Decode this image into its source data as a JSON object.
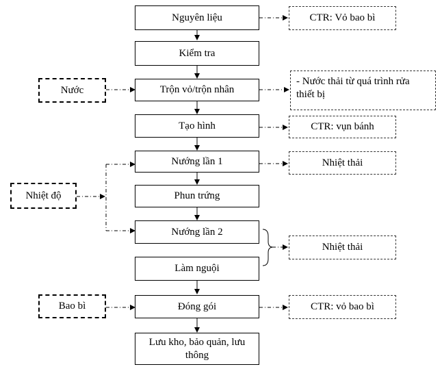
{
  "process_steps": [
    {
      "id": "nguyen-lieu",
      "label": "Nguyên liệu"
    },
    {
      "id": "kiem-tra",
      "label": "Kiểm tra"
    },
    {
      "id": "tron",
      "label": "Trộn vỏ/trộn nhân"
    },
    {
      "id": "tao-hinh",
      "label": "Tạo hình"
    },
    {
      "id": "nuong-1",
      "label": "Nướng lần 1"
    },
    {
      "id": "phun-trung",
      "label": "Phun trứng"
    },
    {
      "id": "nuong-2",
      "label": "Nướng lần 2"
    },
    {
      "id": "lam-nguoi",
      "label": "Làm nguội"
    },
    {
      "id": "dong-goi",
      "label": "Đóng gói"
    },
    {
      "id": "luu-kho",
      "label": "Lưu kho, bảo quản, lưu thông"
    }
  ],
  "inputs": {
    "nuoc": "Nước",
    "nhiet_do": "Nhiệt độ",
    "bao_bi": "Bao bì"
  },
  "outputs": {
    "ctr_vo_bao_bi_top": "CTR: Vỏ bao bì",
    "nuoc_thai": "- Nước thải từ quá trình rửa thiết bị",
    "ctr_vun_banh": "CTR: vụn bánh",
    "nhiet_thai_1": "Nhiệt thải",
    "nhiet_thai_2": "Nhiệt thải",
    "ctr_vo_bao_bi_bottom": "CTR: vỏ bao bì"
  }
}
